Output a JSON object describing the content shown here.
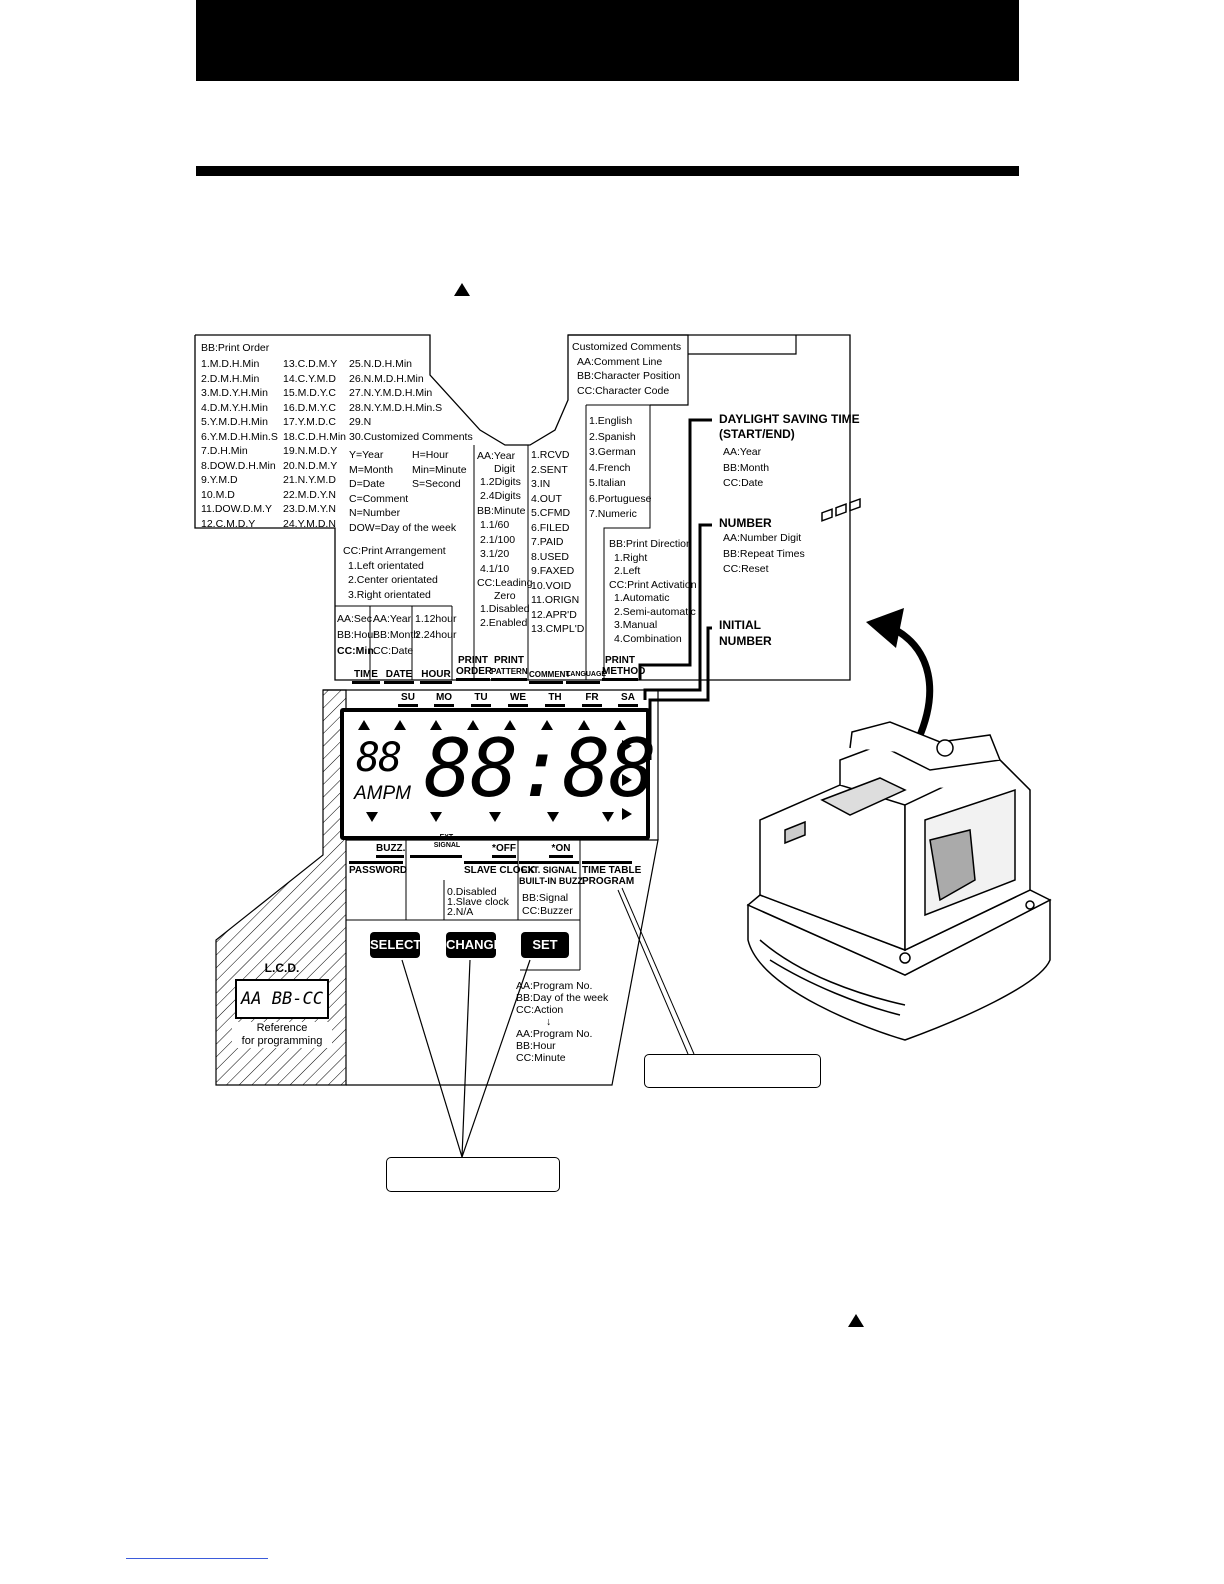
{
  "print_order": {
    "title": "BB:Print Order",
    "col1": [
      "1.M.D.H.Min",
      "2.D.M.H.Min",
      "3.M.D.Y.H.Min",
      "4.D.M.Y.H.Min",
      "5.Y.M.D.H.Min",
      "6.Y.M.D.H.Min.S",
      "7.D.H.Min",
      "8.DOW.D.H.Min",
      "9.Y.M.D",
      "10.M.D",
      "11.DOW.D.M.Y",
      "12.C.M.D.Y"
    ],
    "col2": [
      "13.C.D.M.Y",
      "14.C.Y.M.D",
      "15.M.D.Y.C",
      "16.D.M.Y.C",
      "17.Y.M.D.C",
      "18.C.D.H.Min",
      "19.N.M.D.Y",
      "20.N.D.M.Y",
      "21.N.Y.M.D",
      "22.M.D.Y.N",
      "23.D.M.Y.N",
      "24.Y.M.D.N"
    ],
    "col3": [
      "25.N.D.H.Min",
      "26.N.M.D.H.Min",
      "27.N.Y.M.D.H.Min",
      "28.N.Y.M.D.H.Min.S",
      "29.N",
      "30.Customized Comments"
    ],
    "legend_left": [
      "Y=Year",
      "M=Month",
      "D=Date",
      "C=Comment",
      "N=Number",
      "DOW=Day of the week"
    ],
    "legend_right": [
      "H=Hour",
      "Min=Minute",
      "S=Second"
    ]
  },
  "print_arrangement": {
    "title": "CC:Print Arrangement",
    "items": [
      "1.Left orientated",
      "2.Center orientated",
      "3.Right orientated"
    ]
  },
  "customized_comments": {
    "title": "Customized Comments",
    "items": [
      "AA:Comment Line",
      "BB:Character Position",
      "CC:Character Code"
    ]
  },
  "print_pattern": {
    "items": [
      "AA:Year",
      "Digit",
      "1.2Digits",
      "2.4Digits",
      "BB:Minute",
      "1.1/60",
      "2.1/100",
      "3.1/20",
      "4.1/10",
      "CC:Leading",
      "Zero",
      "1.Disabled",
      "2.Enabled"
    ]
  },
  "comment_list": [
    "1.RCVD",
    "2.SENT",
    "3.IN",
    "4.OUT",
    "5.CFMD",
    "6.FILED",
    "7.PAID",
    "8.USED",
    "9.FAXED",
    "10.VOID",
    "11.ORIGN",
    "12.APR'D",
    "13.CMPL'D"
  ],
  "language_list": [
    "1.English",
    "2.Spanish",
    "3.German",
    "4.French",
    "5.Italian",
    "6.Portuguese",
    "7.Numeric"
  ],
  "print_method": {
    "items": [
      "BB:Print Direction",
      "1.Right",
      "2.Left",
      "CC:Print Activation",
      "1.Automatic",
      "2.Semi-automatic",
      "3.Manual",
      "4.Combination"
    ]
  },
  "dst": {
    "title1": "DAYLIGHT SAVING TIME",
    "title2": "(START/END)",
    "items": [
      "AA:Year",
      "BB:Month",
      "CC:Date"
    ]
  },
  "number": {
    "title": "NUMBER",
    "items": [
      "AA:Number Digit",
      "BB:Repeat Times",
      "CC:Reset"
    ]
  },
  "initial_number": {
    "title1": "INITIAL",
    "title2": "NUMBER"
  },
  "time_box": [
    "AA:Sec.",
    "BB:Hour",
    "CC:Min."
  ],
  "date_box": [
    "AA:Year",
    "BB:Month",
    "CC:Date"
  ],
  "hour_box": [
    "1.12hour",
    "2.24hour"
  ],
  "top_labels": {
    "time": "TIME",
    "date": "DATE",
    "hour": "HOUR",
    "print_order_1": "PRINT",
    "print_order_2": "ORDER",
    "print_pattern_1": "PRINT",
    "print_pattern_2": "PATTERN",
    "comment": "COMMENT",
    "language": "LANGUAGE",
    "print_method_1": "PRINT",
    "print_method_2": "METHOD"
  },
  "days": [
    "SU",
    "MO",
    "TU",
    "WE",
    "TH",
    "FR",
    "SA"
  ],
  "display": {
    "small_digits": "88",
    "main": "88:88",
    "ampm": "AMPM"
  },
  "bottom_labels": {
    "buzz": "BUZZ.",
    "password": "PASSWORD",
    "ext_signal_1": "EXT.",
    "ext_signal_2": "SIGNAL",
    "off": "*OFF",
    "slave_clock": "SLAVE CLOCK",
    "on": "*ON",
    "ext_signal_builtin_1": "EXT. SIGNAL",
    "ext_signal_builtin_2": "BUILT-IN BUZZ.",
    "time_table_1": "TIME TABLE",
    "time_table_2": "PROGRAM"
  },
  "slave_clock_options": [
    "0.Disabled",
    "1.Slave clock",
    "2.N/A"
  ],
  "ext_signal_options": [
    "BB:Signal",
    "CC:Buzzer"
  ],
  "buttons": {
    "select": "SELECT",
    "change": "CHANGE",
    "set": "SET"
  },
  "program_notes": [
    "AA:Program No.",
    "BB:Day of  the week",
    "CC:Action",
    "↓",
    "AA:Program No.",
    "BB:Hour",
    "CC:Minute"
  ],
  "lcd_reference": {
    "title": "L.C.D.",
    "sample": "AA BB-CC",
    "caption1": "Reference",
    "caption2": "for programming"
  }
}
